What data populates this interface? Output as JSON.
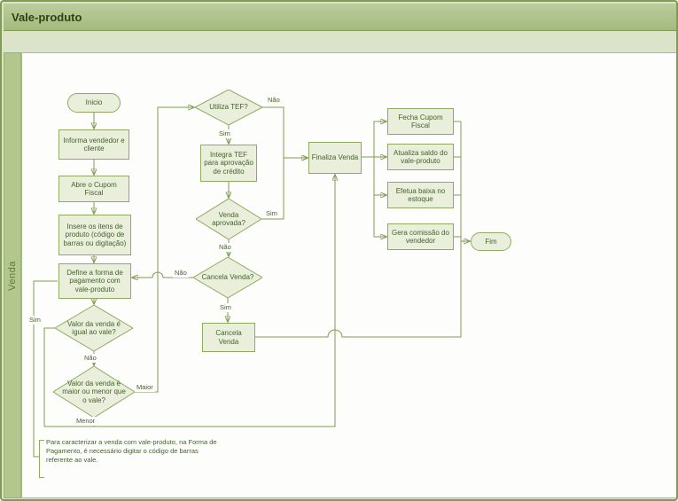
{
  "header": {
    "title": "Vale-produto"
  },
  "lane": {
    "label": "Venda"
  },
  "nodes": {
    "inicio": {
      "label": "Inicio",
      "type": "start"
    },
    "informa": {
      "label": "Informa vendedor e cliente",
      "type": "process"
    },
    "abre_cupom": {
      "label": "Abre o Cupom Fiscal",
      "type": "process"
    },
    "insere_itens": {
      "label": "Insere os itens de produto (código de barras ou digitação)",
      "type": "process"
    },
    "define_pagamento": {
      "label": "Define a forma de pagamento com vale-produto",
      "type": "process"
    },
    "valor_igual": {
      "label": "Valor da venda é igual ao vale?",
      "type": "decision"
    },
    "maior_menor": {
      "label": "Valor da venda é maior ou menor que o vale?",
      "type": "decision"
    },
    "utiliza_tef": {
      "label": "Utiliza TEF?",
      "type": "decision"
    },
    "integra_tef": {
      "label": "Integra TEF para aprovação de crédito",
      "type": "process"
    },
    "venda_aprovada": {
      "label": "Venda aprovada?",
      "type": "decision"
    },
    "cancela_venda_q": {
      "label": "Cancela Venda?",
      "type": "decision"
    },
    "cancela_venda": {
      "label": "Cancela Venda",
      "type": "process"
    },
    "finaliza_venda": {
      "label": "Finaliza Venda",
      "type": "process"
    },
    "fecha_cupom": {
      "label": "Fecha Cupom Fiscal",
      "type": "process"
    },
    "atualiza_saldo": {
      "label": "Atualiza saldo do vale-produto",
      "type": "process"
    },
    "efetua_baixa": {
      "label": "Efetua baixa no estoque",
      "type": "process"
    },
    "gera_comissao": {
      "label": "Gera comissão do vendedor",
      "type": "process"
    },
    "fim": {
      "label": "Fim",
      "type": "end"
    }
  },
  "edge_labels": {
    "tef_sim": "Sim",
    "tef_nao": "Não",
    "aprovada_sim": "Sim",
    "aprovada_nao": "Não",
    "cancela_nao": "Não",
    "cancela_sim": "Sim",
    "igual_sim": "Sim",
    "igual_nao": "Não",
    "comparacao_maior": "Maior",
    "comparacao_menor": "Menor"
  },
  "note": {
    "text": "Para caracterizar a venda com vale-produto, na Forma de Pagamento, é necessário digitar o código de barras referente ao vale."
  },
  "edges": [
    {
      "from": "inicio",
      "to": "informa"
    },
    {
      "from": "informa",
      "to": "abre_cupom"
    },
    {
      "from": "abre_cupom",
      "to": "insere_itens"
    },
    {
      "from": "insere_itens",
      "to": "define_pagamento"
    },
    {
      "from": "define_pagamento",
      "to": "valor_igual"
    },
    {
      "from": "valor_igual",
      "to": "finaliza_venda",
      "label": "Sim"
    },
    {
      "from": "valor_igual",
      "to": "maior_menor",
      "label": "Não"
    },
    {
      "from": "maior_menor",
      "to": "utiliza_tef",
      "label": "Maior"
    },
    {
      "from": "maior_menor",
      "to": "finaliza_venda",
      "label": "Menor"
    },
    {
      "from": "utiliza_tef",
      "to": "integra_tef",
      "label": "Sim"
    },
    {
      "from": "utiliza_tef",
      "to": "finaliza_venda",
      "label": "Não"
    },
    {
      "from": "integra_tef",
      "to": "venda_aprovada"
    },
    {
      "from": "venda_aprovada",
      "to": "finaliza_venda",
      "label": "Sim"
    },
    {
      "from": "venda_aprovada",
      "to": "cancela_venda_q",
      "label": "Não"
    },
    {
      "from": "cancela_venda_q",
      "to": "define_pagamento",
      "label": "Não"
    },
    {
      "from": "cancela_venda_q",
      "to": "cancela_venda",
      "label": "Sim"
    },
    {
      "from": "cancela_venda",
      "to": "fim"
    },
    {
      "from": "finaliza_venda",
      "to": "fecha_cupom"
    },
    {
      "from": "finaliza_venda",
      "to": "atualiza_saldo"
    },
    {
      "from": "finaliza_venda",
      "to": "efetua_baixa"
    },
    {
      "from": "finaliza_venda",
      "to": "gera_comissao"
    },
    {
      "from": "fecha_cupom",
      "to": "fim"
    },
    {
      "from": "atualiza_saldo",
      "to": "fim"
    },
    {
      "from": "efetua_baixa",
      "to": "fim"
    },
    {
      "from": "gera_comissao",
      "to": "fim"
    },
    {
      "from": "annotation_note",
      "to": "define_pagamento"
    }
  ],
  "theme": {
    "page_bg": "#dbe3c8",
    "titlebar_bg": "#a9bf85",
    "lane_bg": "#b2c68e",
    "canvas_bg": "#fdfdfc",
    "shape_fill": "#e9efda",
    "shape_border": "#8fab62",
    "line_color": "#7e9c52",
    "text_color": "#44622c",
    "title_color": "#2e4312"
  }
}
